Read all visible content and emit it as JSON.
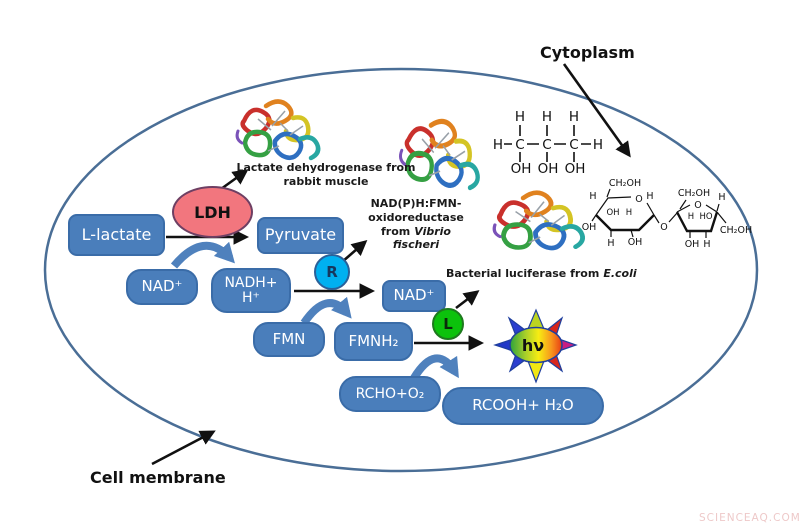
{
  "labels": {
    "cytoplasm": "Cytoplasm",
    "cell_membrane": "Cell membrane",
    "watermark": "SCIENCEAQ.COM"
  },
  "pathway": {
    "l_lactate": "L-lactate",
    "ldh": "LDH",
    "pyruvate": "Pyruvate",
    "nad_plus_1": "NAD⁺",
    "nadh_line1": "NADH+",
    "nadh_line2": "H⁺",
    "reductase_r": "R",
    "fmn": "FMN",
    "fmnh2": "FMNH₂",
    "nad_plus_2": "NAD⁺",
    "luciferase_l": "L",
    "rcho_o2": "RCHO+O₂",
    "rcooh_h2o": "RCOOH+ H₂O",
    "light": "hν"
  },
  "enzymes": {
    "ldh_caption_line1": "Lactate dehydrogenase from",
    "ldh_caption_line2": "rabbit muscle",
    "oxido_line1": "NAD(P)H:FMN-",
    "oxido_line2": "oxidoreductase  from",
    "oxido_line2_italic": "Vibrio",
    "oxido_line3_italic": "fischeri",
    "luciferase_normal": "Bacterial luciferase from",
    "luciferase_italic": "E.coli"
  },
  "chem": {
    "glycerol": {
      "top_h": [
        "H",
        "H",
        "H"
      ],
      "chain": [
        "H",
        "C",
        "C",
        "C",
        "H"
      ],
      "bottom_oh": [
        "OH",
        "OH",
        "OH"
      ]
    },
    "sucrose": {
      "g_ch2oh": "CH₂OH",
      "g_h_left": "H",
      "g_o": "O",
      "g_h_right": "H",
      "g_oh_in": "OH",
      "g_h_in": "H",
      "g_oh_out": "OH",
      "g_h_bot": "H",
      "g_oh_bot": "OH",
      "bridge_o": "O",
      "f_ch2oh_top": "CH₂OH",
      "f_o": "O",
      "f_h_right": "H",
      "f_h_in": "H",
      "f_ho_in": "HO",
      "f_ch2oh_right": "CH₂OH",
      "f_oh_bot": "OH",
      "f_h_bot": "H"
    }
  },
  "colors": {
    "node_blue": "#4a7ebb",
    "node_border": "#3a6ca8",
    "membrane": "#4a6e96",
    "ldh_fill": "#f2767e",
    "ldh_border": "#6e3f63",
    "r_fill": "#00b0f0",
    "l_fill": "#0cc20c",
    "arrow_black": "#111111",
    "arc_blue": "#4f81bd",
    "ray_red": "#d6251c",
    "ray_magenta": "#c81e82",
    "ray_blue": "#2038c8",
    "ray_yellow": "#f2e713",
    "ray_lime": "#bcd421"
  }
}
